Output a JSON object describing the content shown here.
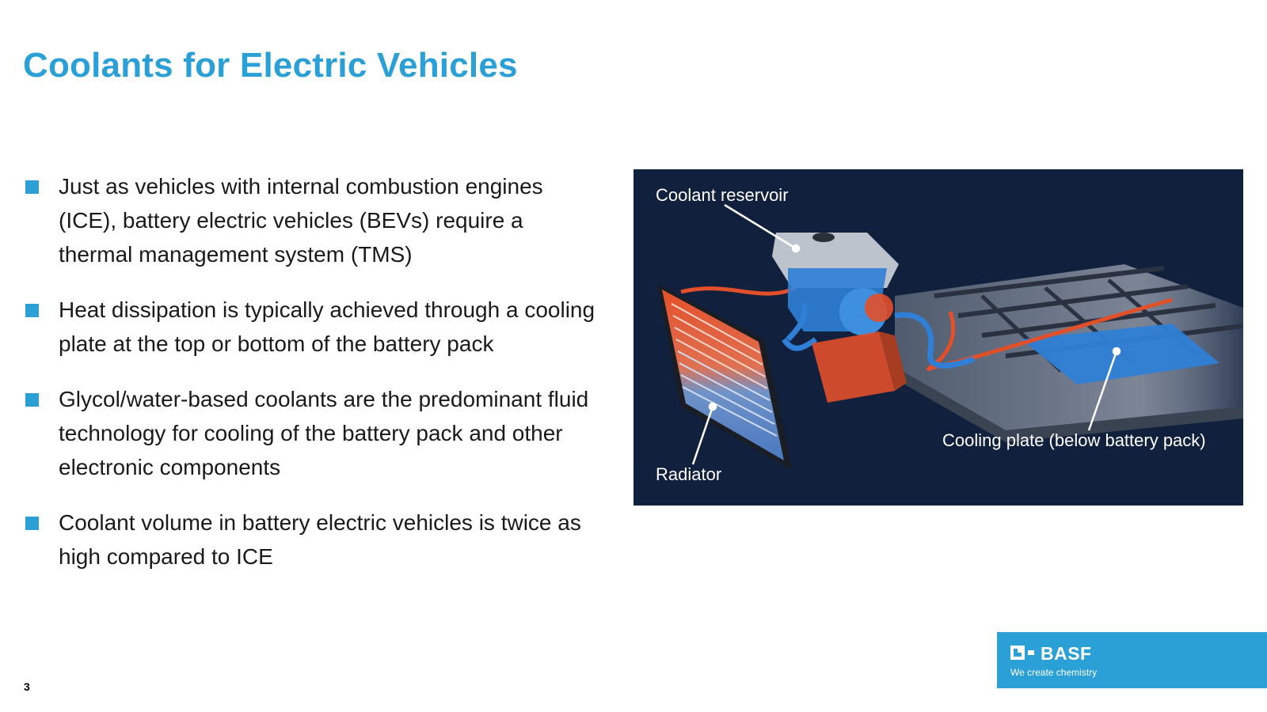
{
  "slide": {
    "title": "Coolants for Electric Vehicles",
    "page_number": "3"
  },
  "bullets": [
    {
      "text": "Just as vehicles with internal combustion engines (ICE), battery electric vehicles (BEVs) require a thermal management system (TMS)"
    },
    {
      "text": "Heat dissipation is typically achieved through a cooling plate at the top or bottom of the battery pack"
    },
    {
      "text": "Glycol/water-based coolants are the predominant fluid technology for cooling of the battery pack and other electronic components"
    },
    {
      "text": "Coolant volume in battery electric vehicles is twice as high compared to ICE"
    }
  ],
  "figure": {
    "labels": {
      "coolant_reservoir": "Coolant reservoir",
      "radiator": "Radiator",
      "cooling_plate": "Cooling plate (below battery pack)"
    },
    "colors": {
      "background": "#11203d",
      "hot_coolant": "#e2502a",
      "cold_coolant": "#2f7fd6"
    }
  },
  "logo": {
    "name": "BASF",
    "tagline": "We create chemistry",
    "color": "#2aa0d6"
  }
}
